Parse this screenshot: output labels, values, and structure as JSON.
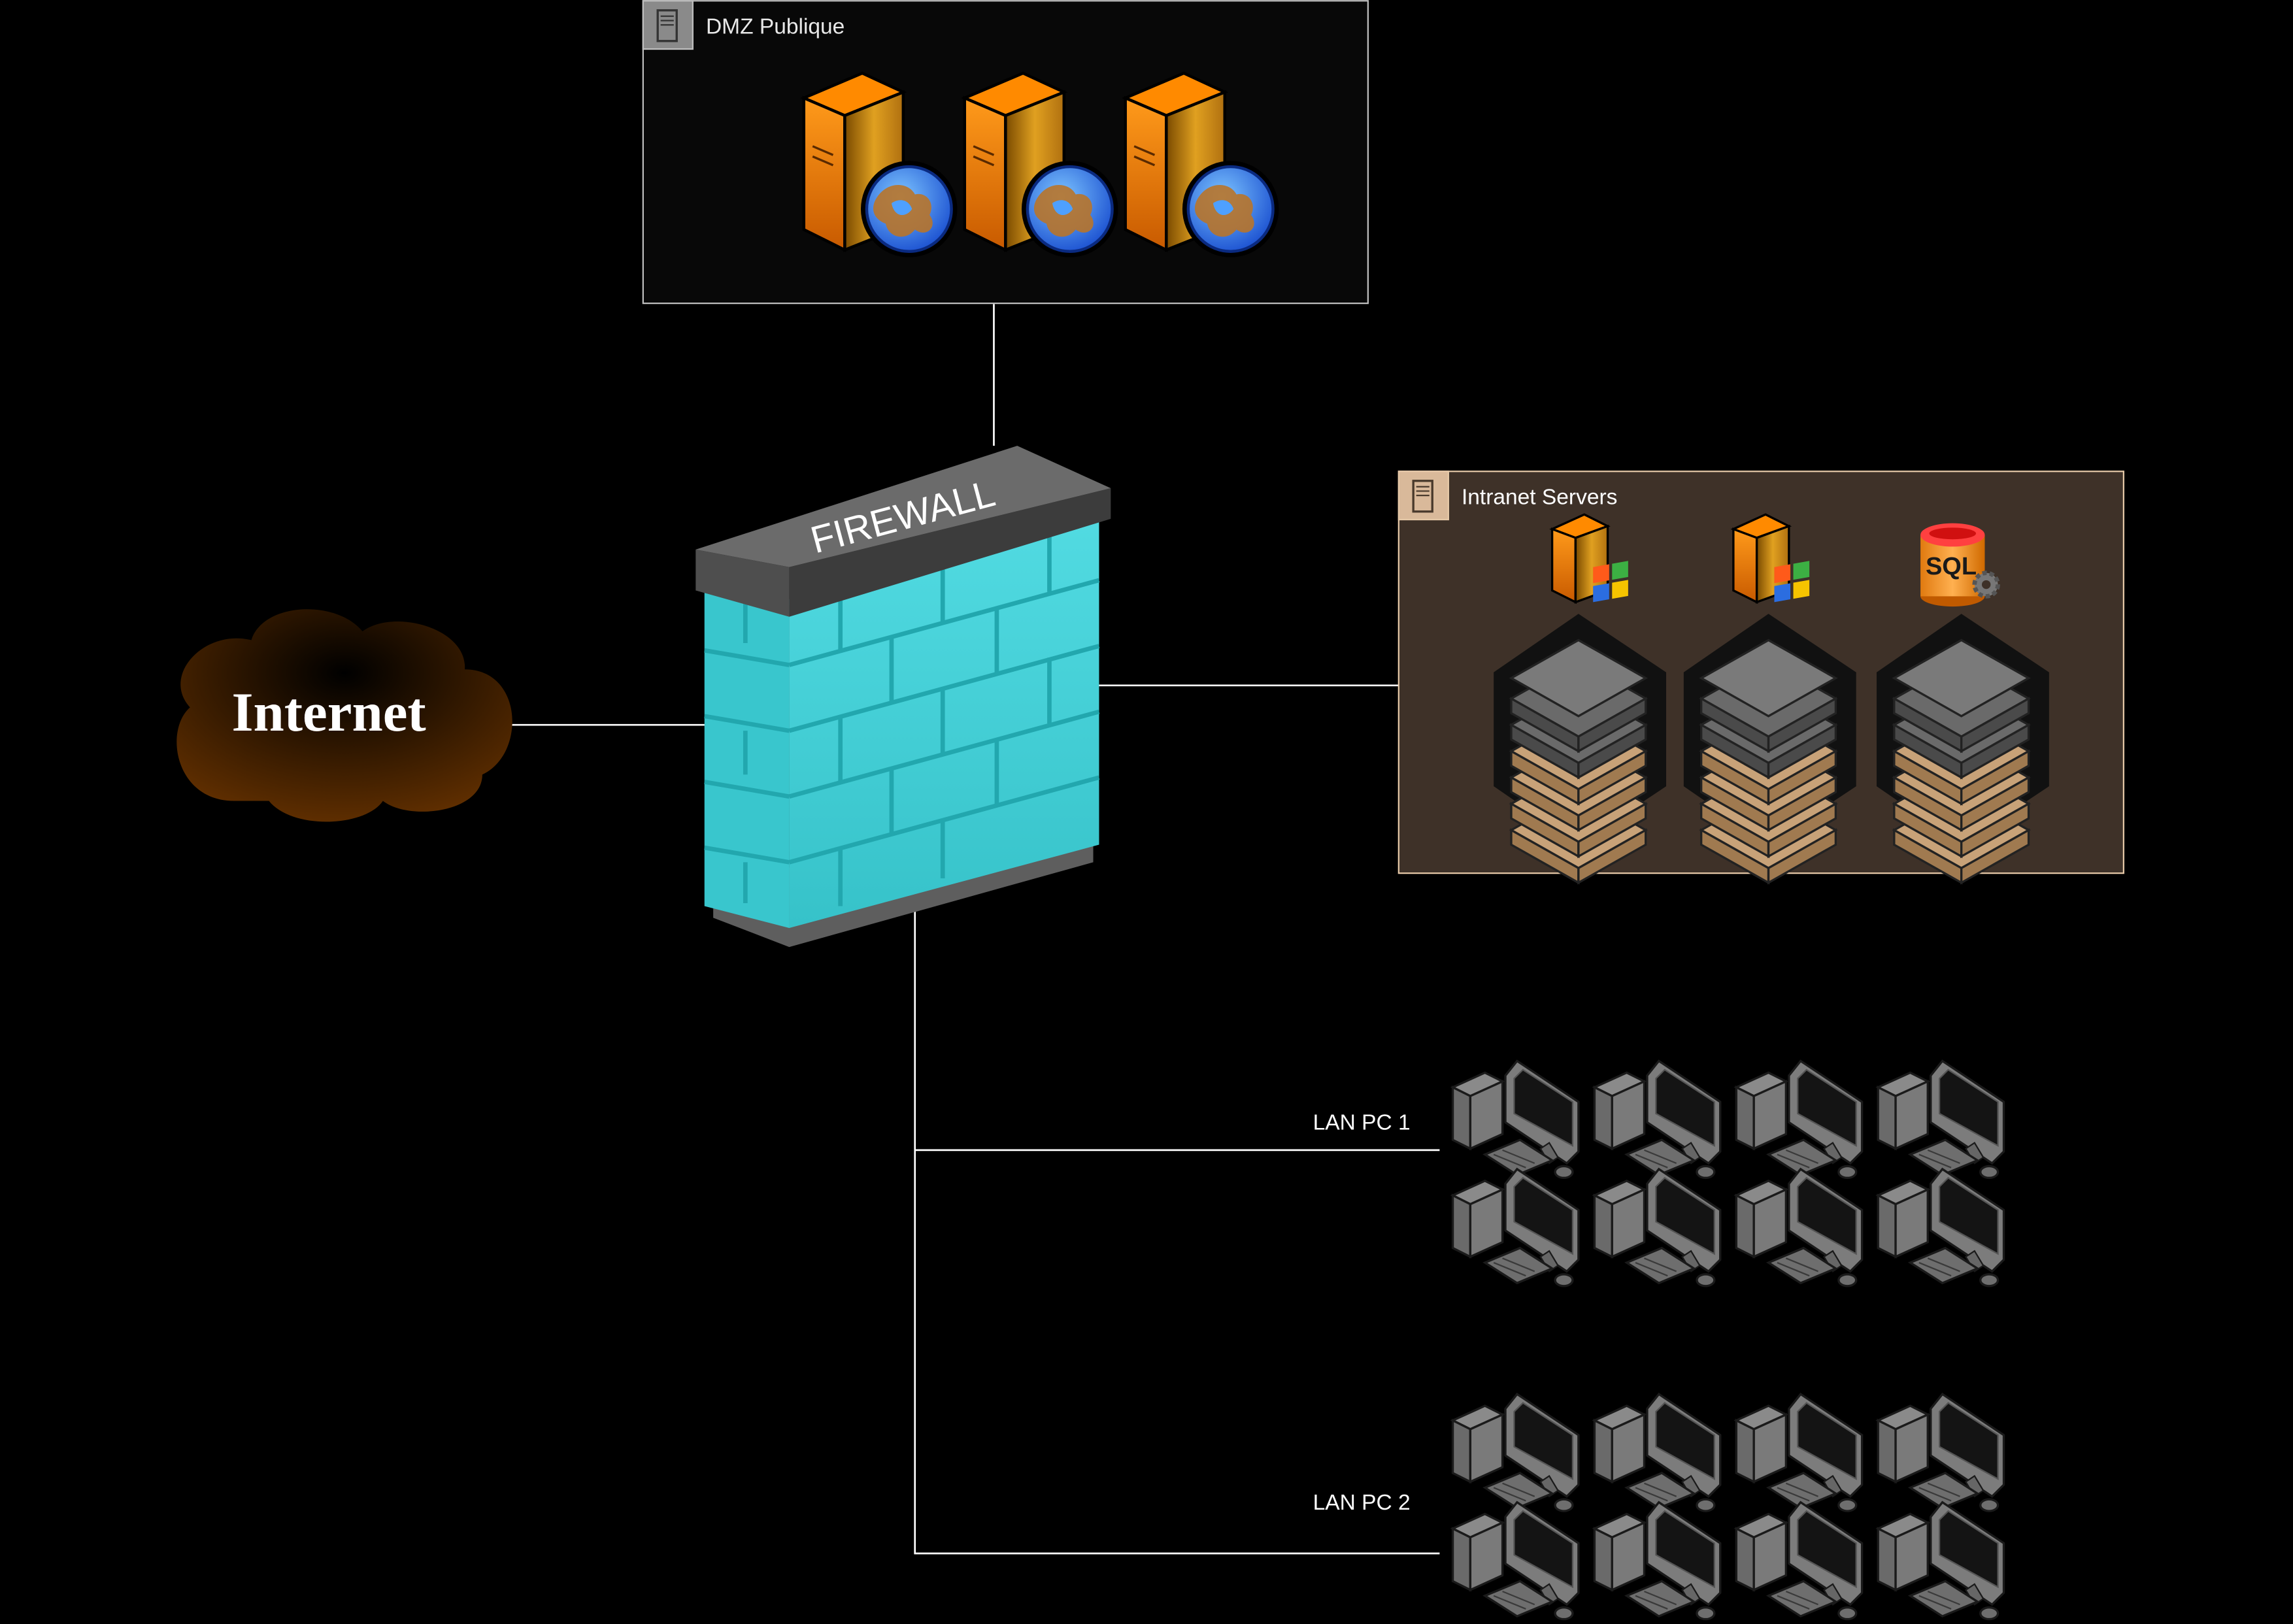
{
  "diagram": {
    "background": "#000000",
    "internet": {
      "label": "Internet",
      "cloud_color": "#5a2d00",
      "text_color": "#ffffff"
    },
    "firewall": {
      "label": "FIREWALL",
      "brick_color": "#3ecfd6",
      "cap_color": "#6b6b6b"
    },
    "dmz": {
      "title": "DMZ Publique",
      "server_count": 3,
      "border_color": "#bfbfbf",
      "fill_color": "#080808"
    },
    "intranet": {
      "title": "Intranet Servers",
      "border_color": "#e6c9a8",
      "fill_color": "#3e3128",
      "top_icons": [
        "windows-server-icon",
        "windows-server-icon",
        "sql-server-icon"
      ],
      "sql_label": "SQL",
      "rack_count": 3
    },
    "lan_groups": [
      {
        "label": "LAN PC 1",
        "pc_count": 8
      },
      {
        "label": "LAN PC 2",
        "pc_count": 8
      }
    ],
    "connections": [
      {
        "from": "dmz",
        "to": "firewall"
      },
      {
        "from": "internet",
        "to": "firewall"
      },
      {
        "from": "firewall",
        "to": "intranet"
      },
      {
        "from": "firewall",
        "to": "lan-pc-1"
      },
      {
        "from": "firewall",
        "to": "lan-pc-2"
      }
    ]
  }
}
